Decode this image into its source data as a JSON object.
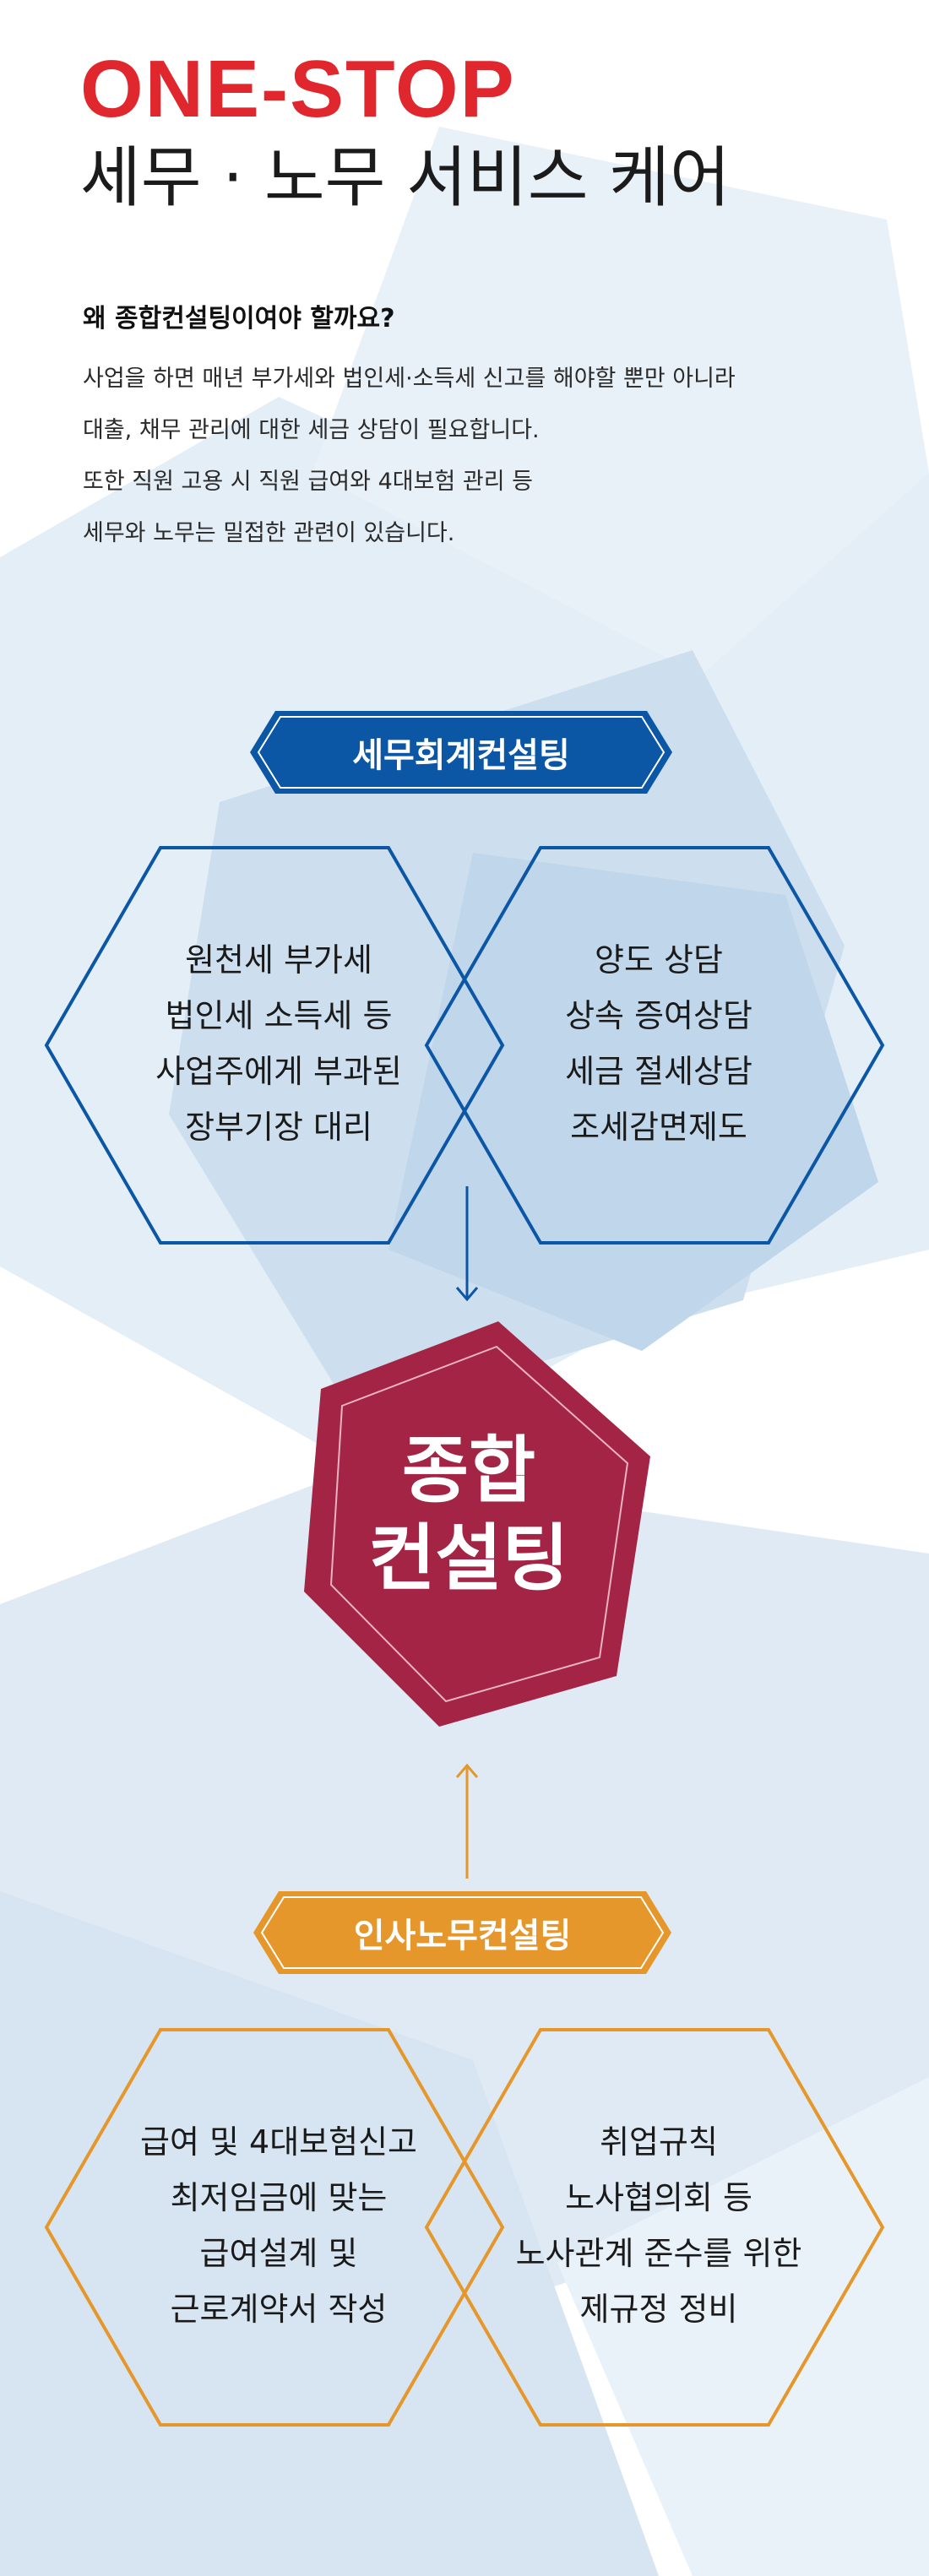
{
  "header": {
    "title_en": "ONE-STOP",
    "title_ko": "세무 · 노무 서비스 케어"
  },
  "intro": {
    "question": "왜 종합컨설팅이여야 할까요?",
    "lines": [
      "사업을 하면 매년 부가세와 법인세·소득세 신고를 해야할 뿐만 아니라",
      "대출, 채무 관리에 대한 세금 상담이 필요합니다.",
      "또한 직원 고용 시 직원 급여와 4대보험 관리 등",
      "세무와 노무는 밀접한 관련이 있습니다."
    ]
  },
  "tax_section": {
    "banner": "세무회계컨설팅",
    "left_items": [
      "원천세  부가세",
      "법인세  소득세 등",
      "사업주에게 부과된",
      "장부기장 대리"
    ],
    "right_items": [
      "양도 상담",
      "상속 증여상담",
      "세금 절세상담",
      "조세감면제도"
    ]
  },
  "center": {
    "line1": "종합",
    "line2": "컨설팅"
  },
  "labor_section": {
    "banner": "인사노무컨설팅",
    "left_items": [
      "급여 및 4대보험신고",
      "최저임금에 맞는",
      "급여설계 및",
      "근로계약서 작성"
    ],
    "right_items": [
      "취업규칙",
      "노사협의회 등",
      "노사관계 준수를 위한",
      "제규정 정비"
    ]
  },
  "colors": {
    "accent_red": "#e1272e",
    "tax_blue": "#0b57a6",
    "labor_orange": "#e5972b",
    "center_maroon": "#a32444",
    "background_blue": "#c9dced"
  }
}
